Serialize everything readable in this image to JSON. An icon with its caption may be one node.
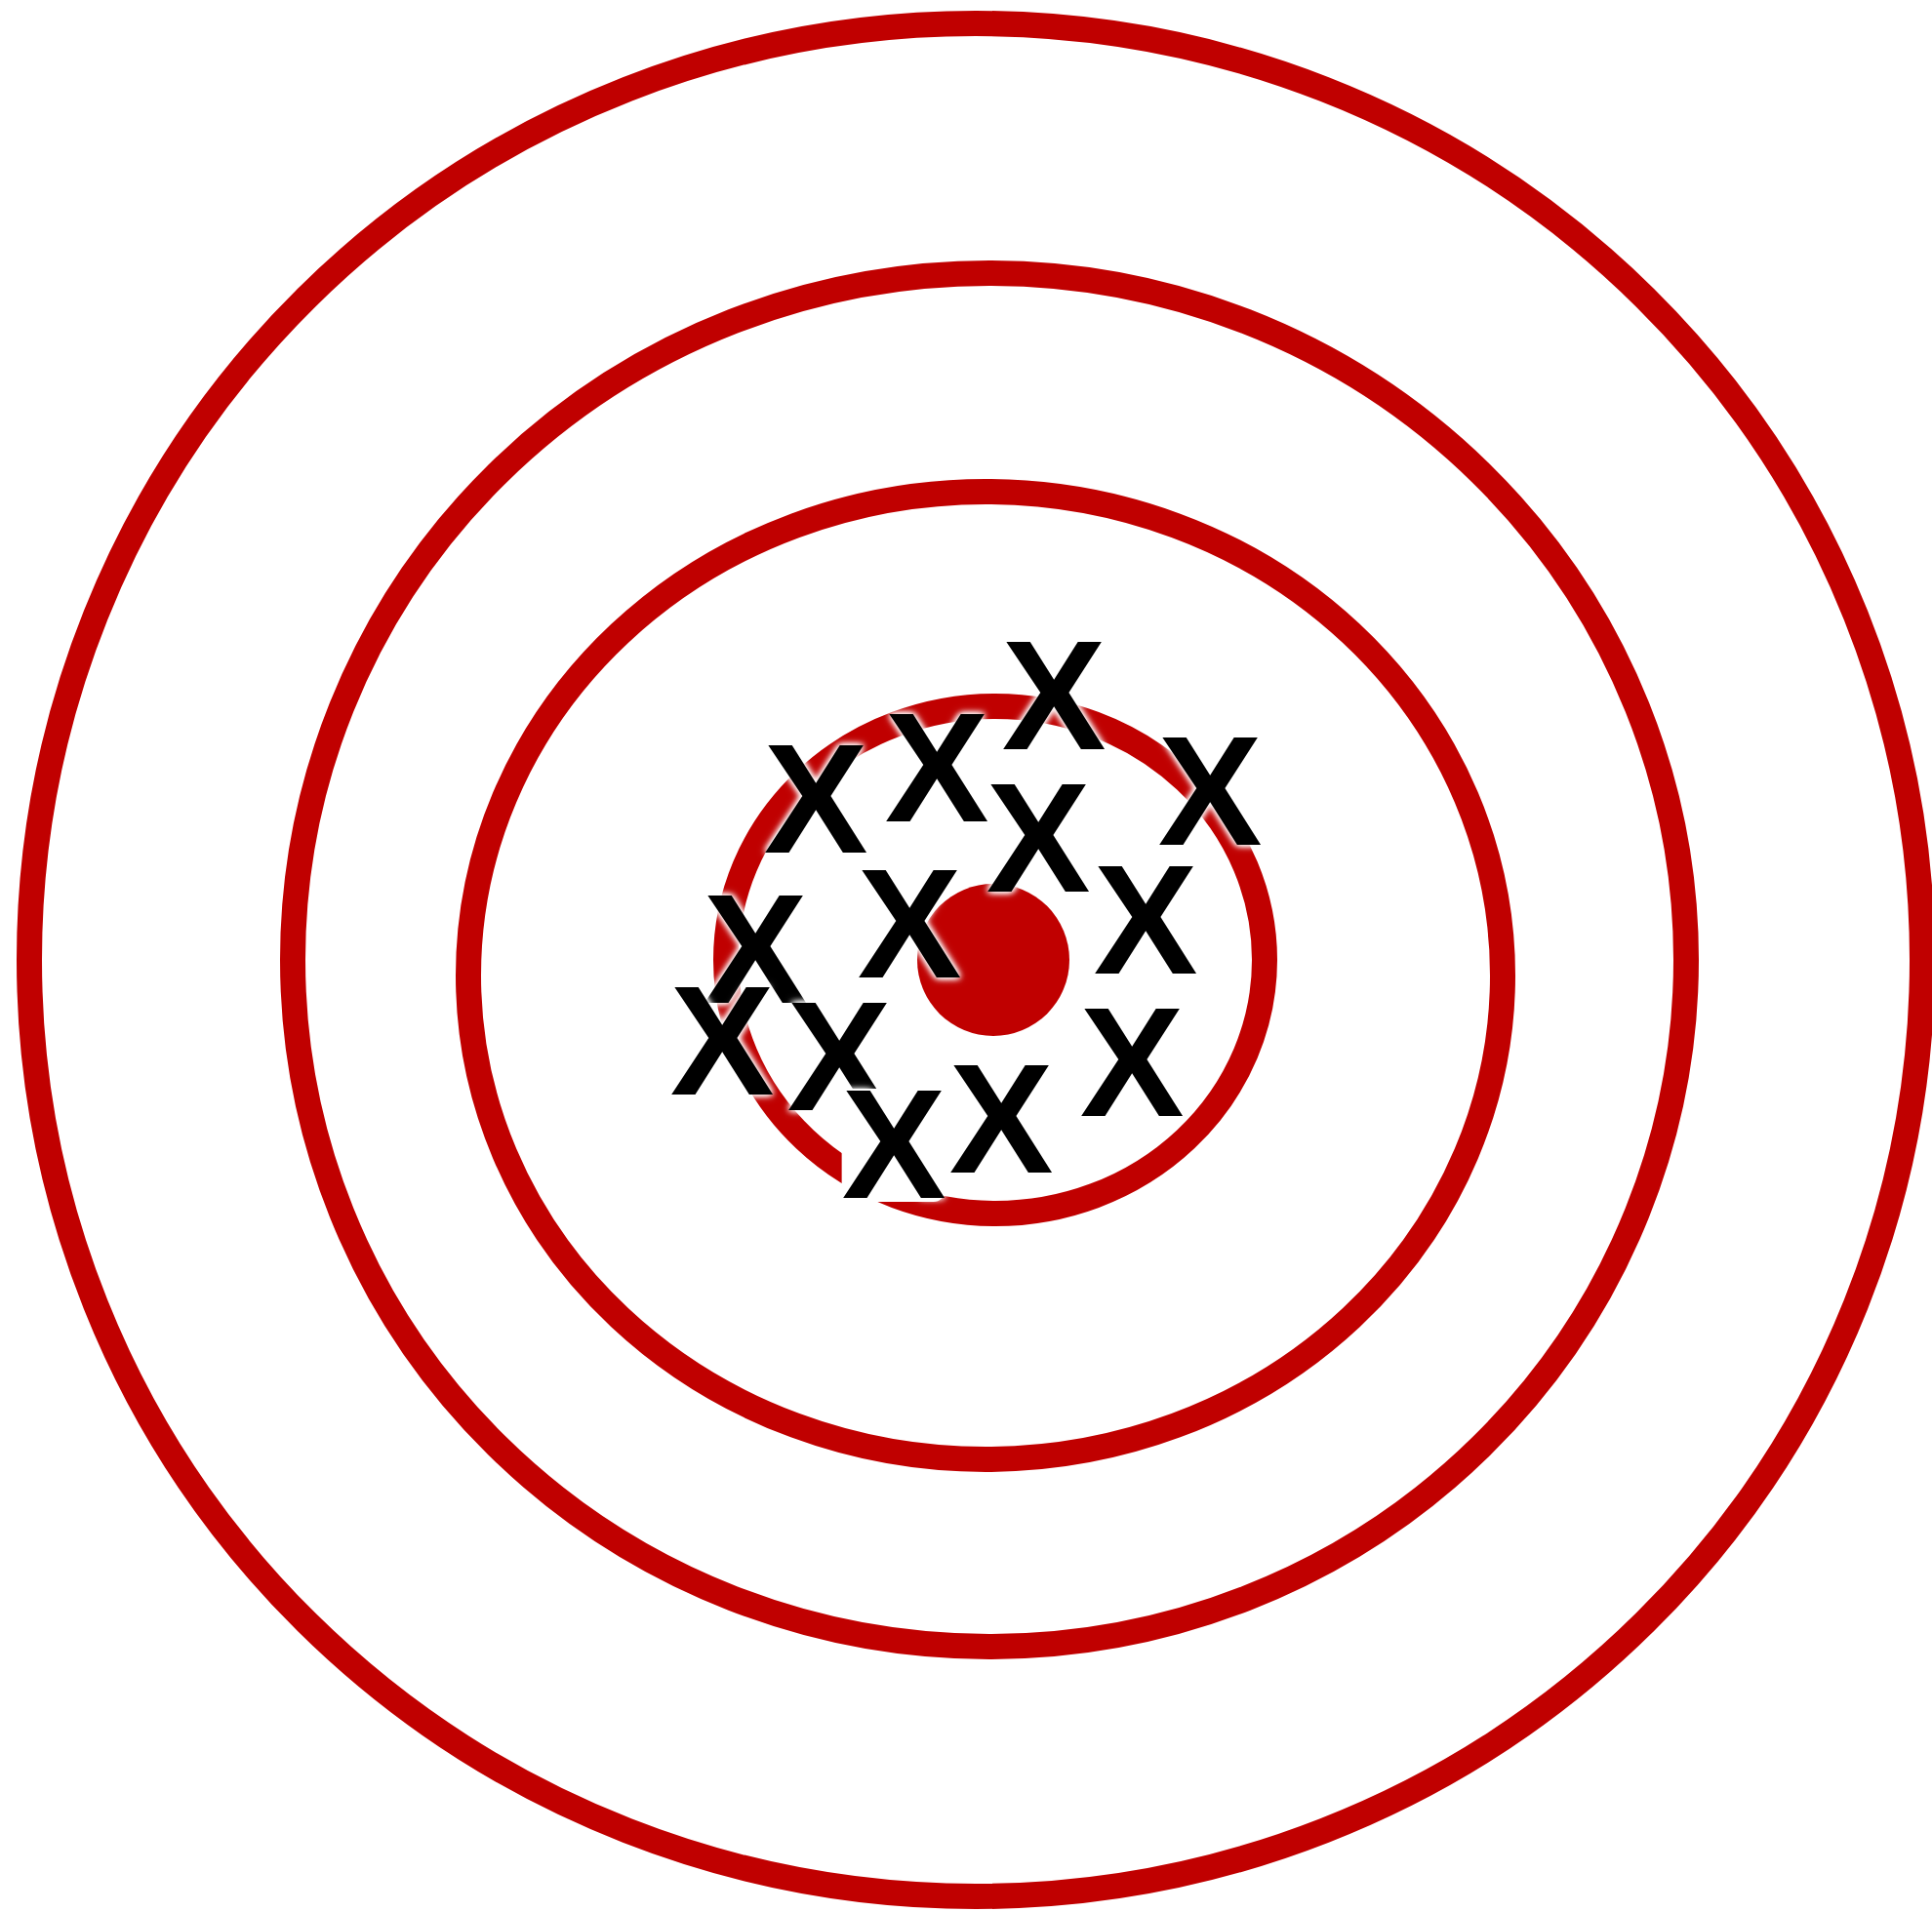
{
  "diagram": {
    "labels": [
      "X",
      "X",
      "X",
      "X",
      "X",
      "X",
      "X",
      "X",
      "X",
      "X",
      "X",
      "X",
      "X"
    ]
  }
}
